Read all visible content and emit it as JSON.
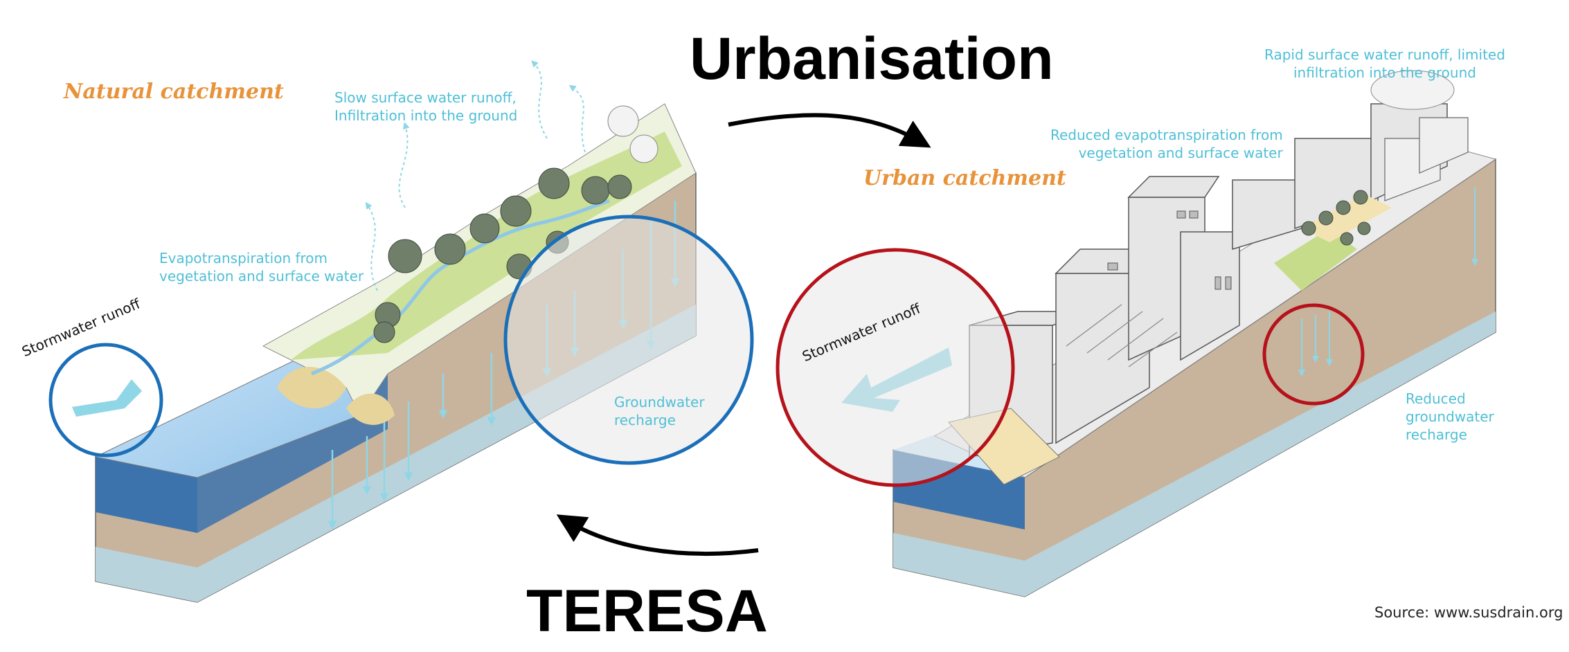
{
  "diagram": {
    "title": "Urbanisation",
    "reverse_label": "TERESA",
    "source": "Source: www.susdrain.org",
    "natural": {
      "heading": "Natural catchment",
      "slow_runoff": [
        "Slow surface water runoff,",
        "Infiltration into the ground"
      ],
      "evapotranspiration": [
        "Evapotranspiration from",
        "vegetation and surface water"
      ],
      "stormwater": "Stormwater runoff",
      "groundwater": [
        "Groundwater",
        "recharge"
      ]
    },
    "urban": {
      "heading": "Urban catchment",
      "rapid_runoff": [
        "Rapid surface water runoff, limited",
        "infiltration into the ground"
      ],
      "reduced_evapo": [
        "Reduced evapotranspiration from",
        "vegetation and surface water"
      ],
      "stormwater": "Stormwater runoff",
      "reduced_groundwater": [
        "Reduced",
        "groundwater",
        "recharge"
      ]
    },
    "colors": {
      "water_label": "#4fbfd6",
      "heading": "#e8923a",
      "circle_natural": "#1b6fb8",
      "circle_urban": "#b5121b",
      "soil": "#c8b49c",
      "groundwater": "#b9d3dc",
      "vegetation": "#c7dc8a",
      "tree": "#6f7f6a",
      "arrow_fill": "#8fd6e6"
    }
  }
}
